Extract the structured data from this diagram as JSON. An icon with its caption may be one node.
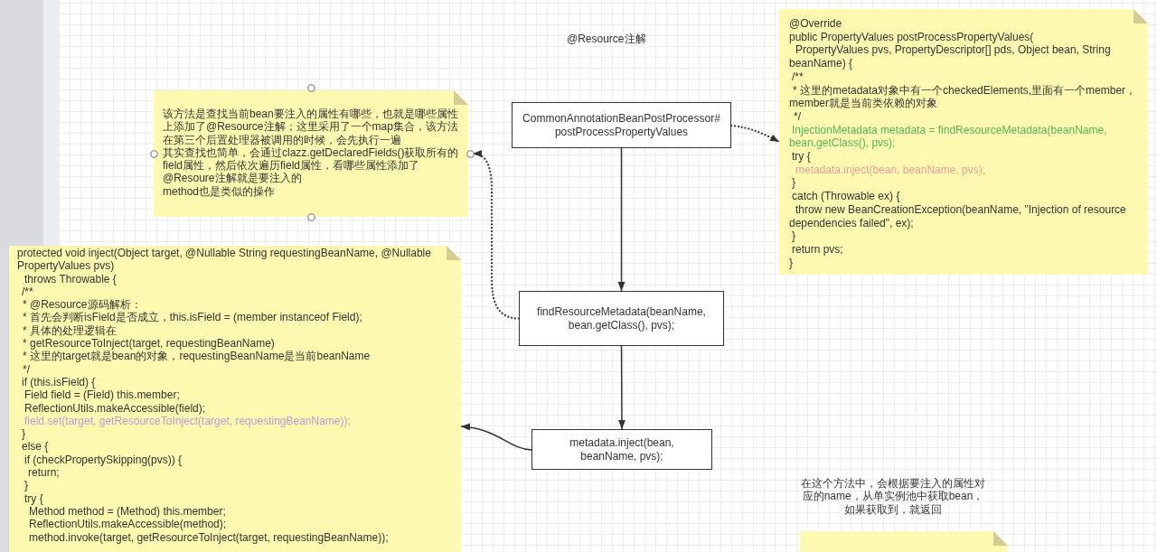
{
  "diagram": {
    "title": "@Resource注解",
    "nodes": [
      {
        "text": [
          "@Override",
          "public PropertyValues postProcessPropertyValues(",
          "PropertyValues pvs, PropertyDescriptor[] pds, Object bean, String beanName) {",
          "/**",
          "* 这里的metadata对象中有一个checkedElements,里面有一个member，member就是当前类依赖的对象",
          "*/",
          "InjectionMetadata metadata = findResourceMetadata(beanName, bean.getClass(), pvs);",
          "try {",
          "metadata.inject(bean, beanName, pvs);",
          "}",
          "catch (Throwable ex) {",
          "throw new BeanCreationException(beanName, \"Injection of resource dependencies failed\", ex);",
          "}",
          "return pvs;",
          "}"
        ]
      },
      {
        "text": [
          "该方法是查找当前bean要注入的属性有哪些，也就是哪些属性上添加了@Resource注解；这里采用了一个map集合，该方法在第三个后置处理器被调用的时候，会先执行一遍",
          "其实查找也简单，会通过clazz.getDeclaredFields()获取所有的field属性，然后依次遍历field属性，看哪些属性添加了@Resoure注解就是要注入的",
          "method也是类似的操作"
        ]
      },
      {
        "text": [
          "CommonAnnotationBeanPostProcessor# postProcessPropertyValues"
        ]
      },
      {
        "text": [
          "protected void inject(Object target, @Nullable String requestingBeanName, @Nullable PropertyValues pvs)",
          "throws Throwable {",
          "/**",
          "* @Resource源码解析：",
          "* 首先会判断isField是否成立，this.isField = (member instanceof Field);",
          "* 具体的处理逻辑在",
          "* getResourceToInject(target, requestingBeanName)",
          "* 这里的target就是bean的对象，requestingBeanName是当前beanName",
          "*/",
          "if (this.isField) {",
          "Field field = (Field) this.member;",
          "ReflectionUtils.makeAccessible(field);",
          "field.set(target, getResourceToInject(target, requestingBeanName));",
          "}",
          "else {",
          "if (checkPropertySkipping(pvs)) {",
          "return;",
          "}",
          "try {",
          "Method method = (Method) this.member;",
          "ReflectionUtils.makeAccessible(method);",
          "method.invoke(target, getResourceToInject(target, requestingBeanName));"
        ]
      },
      {
        "text": [
          "findResourceMetadata(beanName, bean.getClass(), pvs);"
        ]
      },
      {
        "text": [
          "metadata.inject(bean, beanName, pvs);"
        ]
      },
      {
        "text": [],
        "shape": "note"
      }
    ],
    "edges": [
      {
        "from": 2,
        "to": 4,
        "arrow": "to"
      },
      {
        "from": 4,
        "to": 5,
        "arrow": "to"
      },
      {
        "from": 2,
        "to": 0,
        "arrow": "to",
        "style": "dashed"
      },
      {
        "from": 4,
        "to": 1,
        "arrow": "to",
        "style": "dashed"
      },
      {
        "from": 5,
        "to": 3,
        "arrow": "to"
      }
    ],
    "labels": [
      "在这个方法中，会根据要注入的属性对应的name，从单实例池中获取bean，如果获取到，就返回"
    ]
  }
}
